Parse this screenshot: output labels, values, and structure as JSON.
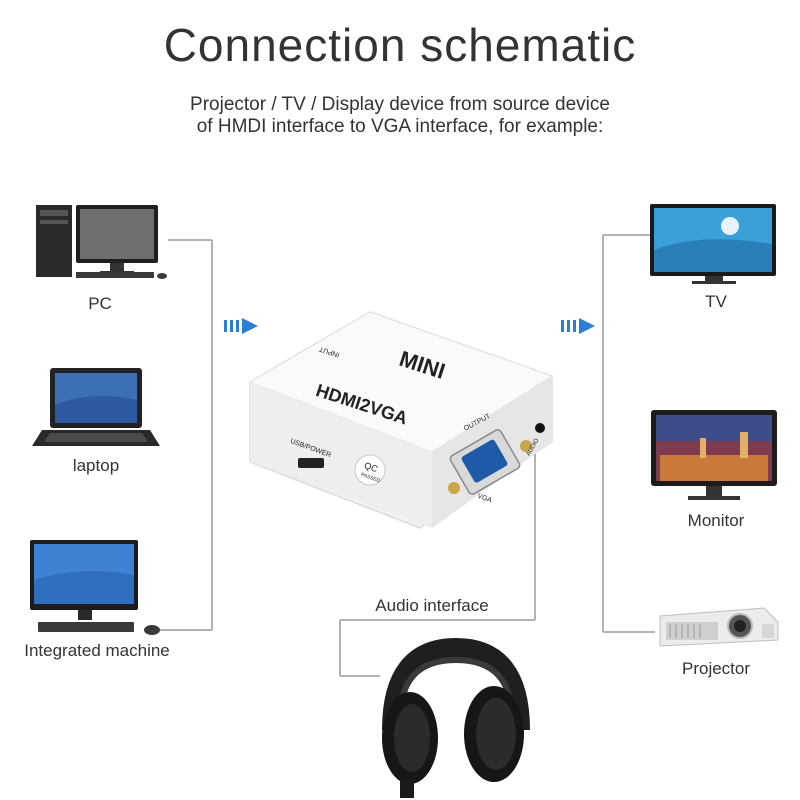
{
  "title": "Connection schematic",
  "subtitle_lines": [
    "Projector / TV / Display device from source device",
    "of HMDI interface to VGA interface, for example:"
  ],
  "sources": [
    {
      "label": "PC",
      "icon": "pc-tower-monitor-icon"
    },
    {
      "label": "laptop",
      "icon": "laptop-icon"
    },
    {
      "label": "Integrated machine",
      "icon": "all-in-one-computer-icon"
    }
  ],
  "destinations": [
    {
      "label": "TV",
      "icon": "tv-icon"
    },
    {
      "label": "Monitor",
      "icon": "monitor-icon"
    },
    {
      "label": "Projector",
      "icon": "projector-icon"
    }
  ],
  "adapter": {
    "brand": "MINI",
    "model": "HDMI2VGA",
    "port_input": "INPUT",
    "port_output": "OUTPUT",
    "port_usb": "USB/POWER",
    "port_vga": "VGA",
    "port_audio": "AUDIO",
    "qc_top": "QC",
    "qc_bottom": "PASSED"
  },
  "audio": {
    "label": "Audio interface",
    "icon": "headphones-icon"
  },
  "colors": {
    "arrow": "#2a7fd4",
    "line": "#9a9a9a",
    "adapter": "#f4f4f4"
  }
}
